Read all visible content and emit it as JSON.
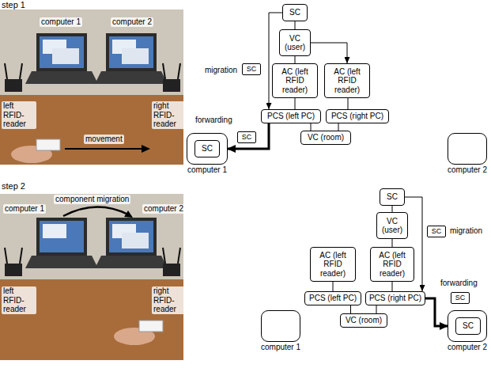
{
  "diagram": {
    "nodes": [
      {
        "text": [
          "SC"
        ]
      },
      {
        "text": [
          "VC (user)"
        ]
      },
      {
        "text": [
          "AC (left RFID reader)"
        ]
      },
      {
        "text": [
          "AC (left RFID reader)"
        ]
      },
      {
        "text": [
          "PCS (left PC)"
        ]
      },
      {
        "text": [
          "PCS (right PC)"
        ]
      },
      {
        "text": [
          "VC (room)"
        ]
      },
      {
        "text": [
          "computer 1"
        ]
      },
      {
        "text": [
          "SC"
        ],
        "in": 7
      },
      {
        "text": [
          "computer 2"
        ]
      },
      {
        "text": [
          "SC"
        ]
      },
      {
        "text": [
          "SC"
        ]
      },
      {
        "text": [
          "SC"
        ]
      },
      {
        "text": [
          "VC (user)"
        ]
      },
      {
        "text": [
          "AC (left RFID reader)"
        ]
      },
      {
        "text": [
          "AC (left RFID reader)"
        ]
      },
      {
        "text": [
          "PCS (left PC)"
        ]
      },
      {
        "text": [
          "PCS (right PC)"
        ]
      },
      {
        "text": [
          "VC (room)"
        ]
      },
      {
        "text": [
          "computer 1"
        ]
      },
      {
        "text": [
          "computer 2"
        ]
      },
      {
        "text": [
          "SC"
        ],
        "in": 20
      },
      {
        "text": [
          "SC"
        ]
      },
      {
        "text": [
          "SC"
        ]
      }
    ],
    "edges": [
      {
        "from": 0,
        "to": 4,
        "arrow": "to",
        "label": "migration"
      },
      {
        "from": 4,
        "to": 7,
        "arrow": "to",
        "label": "forwarding"
      },
      {
        "from": 0,
        "to": 1,
        "arrow": "none"
      },
      {
        "from": 1,
        "to": 2,
        "arrow": "none"
      },
      {
        "from": 1,
        "to": 3,
        "arrow": "to"
      },
      {
        "from": 2,
        "to": 4,
        "arrow": "none"
      },
      {
        "from": 3,
        "to": 5,
        "arrow": "none"
      },
      {
        "from": 4,
        "to": 6,
        "arrow": "none"
      },
      {
        "from": 5,
        "to": 6,
        "arrow": "none"
      },
      {
        "from": 12,
        "to": 17,
        "arrow": "to",
        "label": "migration"
      },
      {
        "from": 17,
        "to": 20,
        "arrow": "to",
        "label": "forwarding"
      },
      {
        "from": 12,
        "to": 13,
        "arrow": "none"
      },
      {
        "from": 13,
        "to": 15,
        "arrow": "none"
      },
      {
        "from": 14,
        "to": 16,
        "arrow": "none"
      },
      {
        "from": 15,
        "to": 17,
        "arrow": "none"
      },
      {
        "from": 16,
        "to": 18,
        "arrow": "none"
      },
      {
        "from": 17,
        "to": 18,
        "arrow": "none"
      }
    ],
    "labels": [
      "step 1",
      "computer 1",
      "computer 2",
      "left RFID-reader",
      "right RFID-reader",
      "movement",
      "step 2",
      "component migration",
      "computer 1",
      "computer 2",
      "left RFID-reader",
      "right RFID-reader"
    ]
  }
}
